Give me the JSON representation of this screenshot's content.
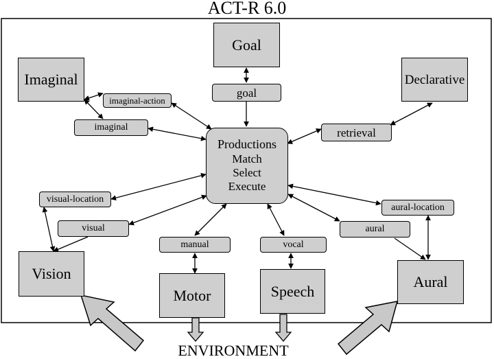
{
  "title": "ACT-R 6.0",
  "environment_label": "ENVIRONMENT",
  "productions": {
    "heading": "Productions",
    "steps": [
      "Match",
      "Select",
      "Execute"
    ]
  },
  "modules": {
    "goal": "Goal",
    "imaginal": "Imaginal",
    "declarative": "Declarative",
    "vision": "Vision",
    "motor": "Motor",
    "speech": "Speech",
    "aural": "Aural"
  },
  "buffers": {
    "goal": "goal",
    "imaginal_action": "imaginal-action",
    "imaginal": "imaginal",
    "retrieval": "retrieval",
    "visual_location": "visual-location",
    "visual": "visual",
    "manual": "manual",
    "vocal": "vocal",
    "aural_location": "aural-location",
    "aural": "aural"
  },
  "colors": {
    "box_fill": "#cfcfcf",
    "stroke": "#000000",
    "arrow_fill": "#c8c8c8"
  }
}
